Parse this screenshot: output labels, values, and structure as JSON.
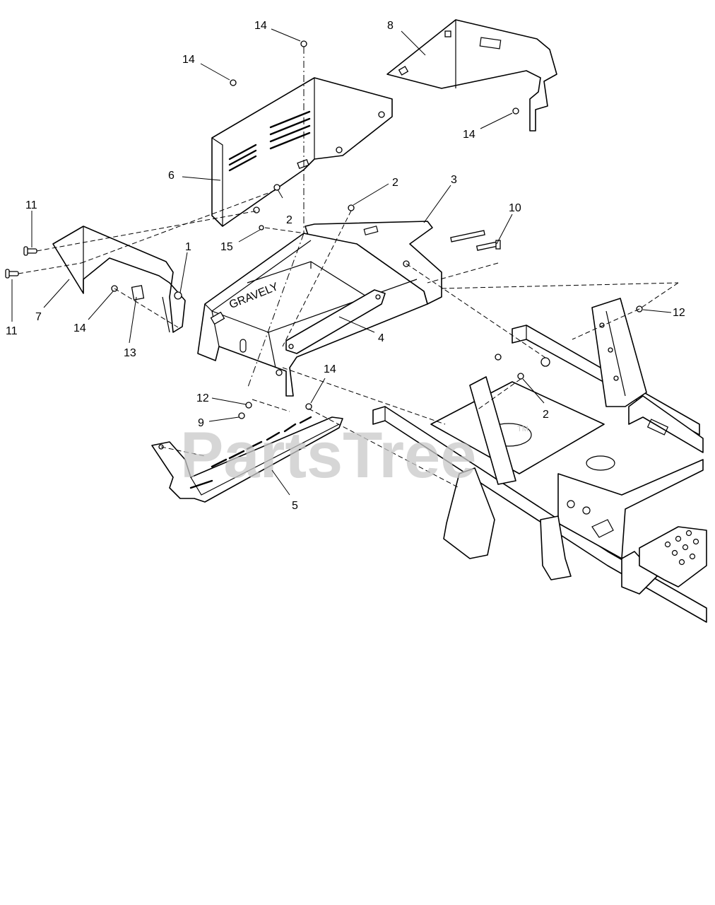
{
  "diagram": {
    "watermark": {
      "text": "PartsTree",
      "trademark": "TM"
    },
    "callouts": [
      {
        "label": "14"
      },
      {
        "label": "14"
      },
      {
        "label": "8"
      },
      {
        "label": "14"
      },
      {
        "label": "6"
      },
      {
        "label": "2"
      },
      {
        "label": "2"
      },
      {
        "label": "3"
      },
      {
        "label": "10"
      },
      {
        "label": "11"
      },
      {
        "label": "15"
      },
      {
        "label": "1"
      },
      {
        "label": "7"
      },
      {
        "label": "14"
      },
      {
        "label": "13"
      },
      {
        "label": "11"
      },
      {
        "label": "4"
      },
      {
        "label": "12"
      },
      {
        "label": "14"
      },
      {
        "label": "12"
      },
      {
        "label": "9"
      },
      {
        "label": "2"
      },
      {
        "label": "5"
      }
    ]
  }
}
